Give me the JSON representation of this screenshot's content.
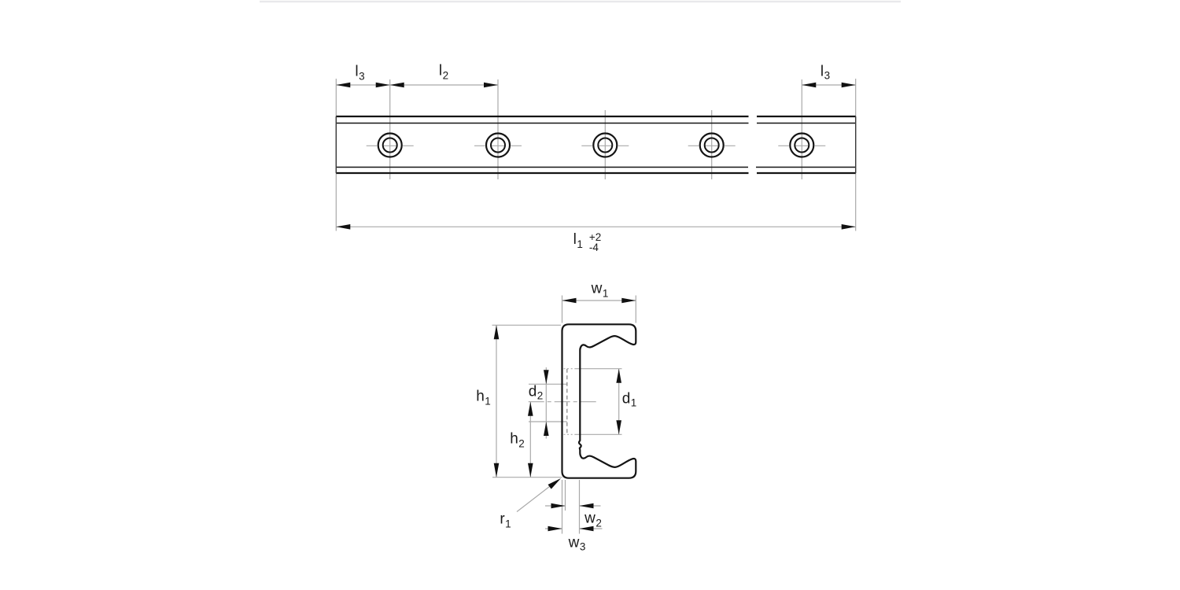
{
  "style": {
    "background": "#ffffff",
    "outline_color": "#141414",
    "thin_line_color": "#a9a9a9",
    "hidden_line_color": "#8a8a8a",
    "top_rule_color": "#e9e9eb"
  },
  "drawing": {
    "views": {
      "top_view": {
        "hole_count": 5,
        "labels": {
          "l3_left": {
            "base": "l",
            "sub": "3"
          },
          "l2": {
            "base": "l",
            "sub": "2"
          },
          "l3_right": {
            "base": "l",
            "sub": "3"
          },
          "l1": {
            "base": "l",
            "sub": "1",
            "tolerance_upper": "+2",
            "tolerance_lower": "-4"
          }
        }
      },
      "section_view": {
        "labels": {
          "w1": {
            "base": "w",
            "sub": "1"
          },
          "h1": {
            "base": "h",
            "sub": "1"
          },
          "h2": {
            "base": "h",
            "sub": "2"
          },
          "d1": {
            "base": "d",
            "sub": "1"
          },
          "d2": {
            "base": "d",
            "sub": "2"
          },
          "r1": {
            "base": "r",
            "sub": "1"
          },
          "w2": {
            "base": "w",
            "sub": "2"
          },
          "w3": {
            "base": "w",
            "sub": "3"
          }
        }
      }
    }
  }
}
